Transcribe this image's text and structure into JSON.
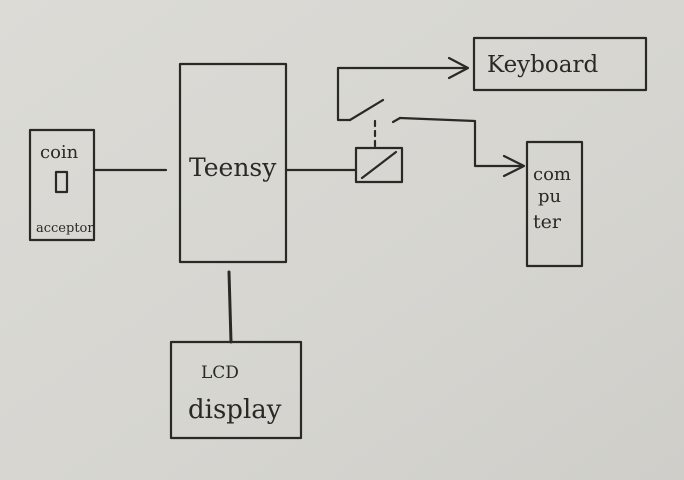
{
  "diagram": {
    "nodes": {
      "coin_acceptor": {
        "line1": "coin",
        "line2": "acceptor"
      },
      "teensy": {
        "label": "Teensy"
      },
      "lcd": {
        "line1": "LCD",
        "line2": "display"
      },
      "keyboard": {
        "label": "Keyboard"
      },
      "computer": {
        "line1": "com",
        "line2": "pu",
        "line3": "ter"
      }
    },
    "colors": {
      "paper": "#d9d8d3",
      "ink": "#2a2926"
    }
  }
}
